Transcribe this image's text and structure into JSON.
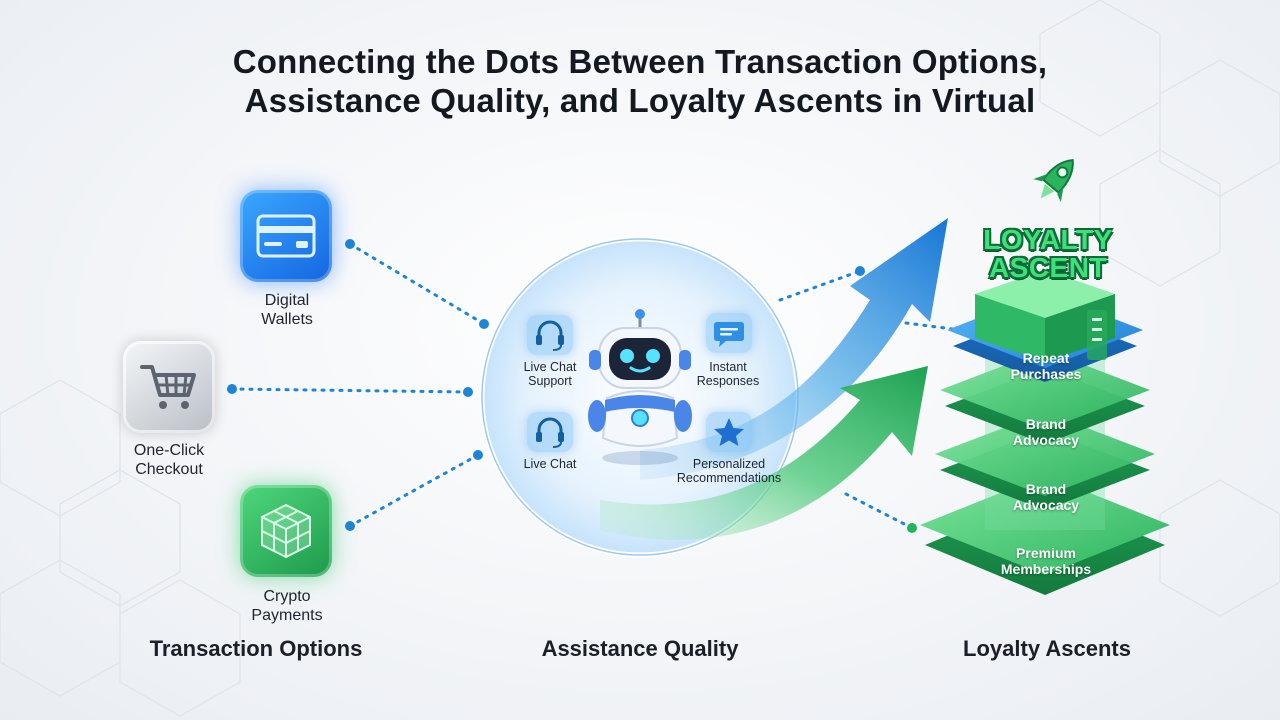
{
  "title": {
    "line1": "Connecting the Dots Between Transaction Options,",
    "line2": "Assistance Quality, and Loyalty Ascents in Virtual"
  },
  "transaction": {
    "section_label": "Transaction Options",
    "items": [
      {
        "line1": "Digital",
        "line2": "Wallets",
        "icon": "credit-card-icon"
      },
      {
        "line1": "One-Click",
        "line2": "Checkout",
        "icon": "shopping-cart-icon"
      },
      {
        "line1": "Crypto",
        "line2": "Payments",
        "icon": "crypto-cube-icon"
      }
    ]
  },
  "assistance": {
    "section_label": "Assistance Quality",
    "features": [
      {
        "line1": "Live Chat",
        "line2": "Support",
        "icon": "headset-icon"
      },
      {
        "line1": "Instant",
        "line2": "Responses",
        "icon": "chat-bubble-icon"
      },
      {
        "line1": "Live Chat",
        "line2": "",
        "icon": "headset-icon"
      },
      {
        "line1": "Personalized",
        "line2": "Recommendations",
        "icon": "star-icon"
      }
    ]
  },
  "loyalty": {
    "section_label": "Loyalty Ascents",
    "title_line1": "LOYALTY",
    "title_line2": "ASCENT",
    "tiers": [
      {
        "line1": "Repeat",
        "line2": "Purchases"
      },
      {
        "line1": "Brand",
        "line2": "Advocacy"
      },
      {
        "line1": "Brand",
        "line2": "Advocacy"
      },
      {
        "line1": "Premium",
        "line2": "Memberships"
      }
    ]
  },
  "colors": {
    "blue_accent": "#1e7fe0",
    "green_accent": "#22b35c",
    "dotted_line": "#1e84d6"
  }
}
